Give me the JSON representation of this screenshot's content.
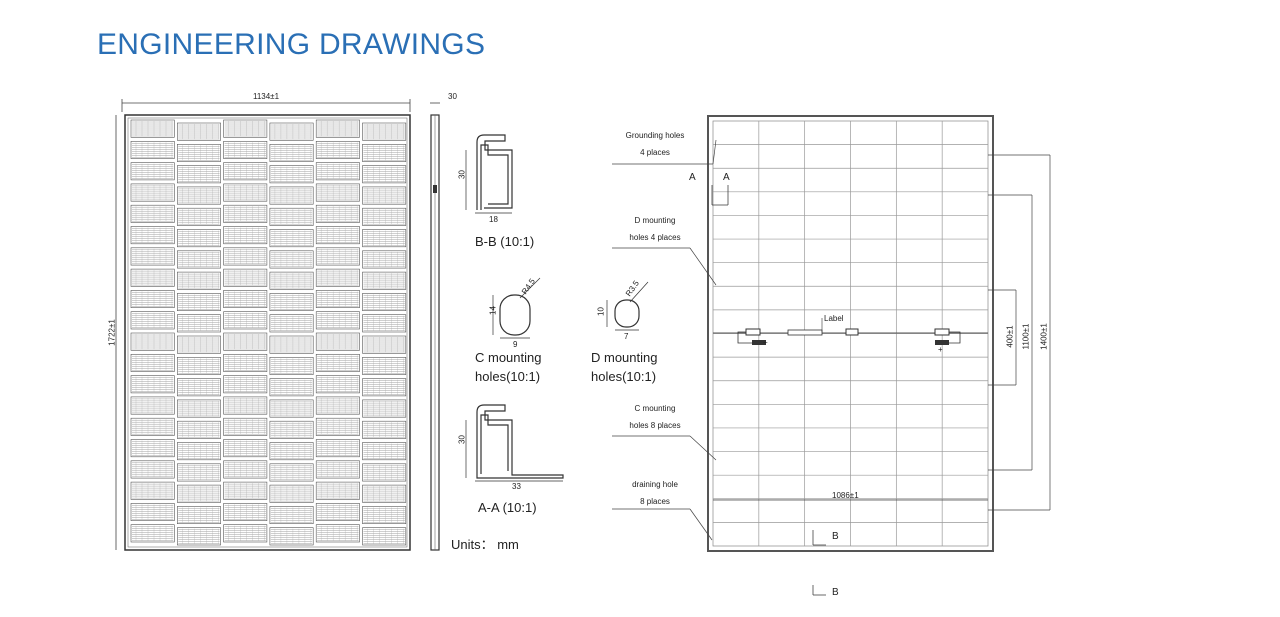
{
  "title": "ENGINEERING DRAWINGS",
  "front_view": {
    "width_dim": "1134±1",
    "height_dim": "1722±1"
  },
  "side_view": {
    "thickness_dim": "30"
  },
  "section_bb": {
    "height_dim": "30",
    "width_dim": "18",
    "caption": "B-B (10:1)"
  },
  "section_aa": {
    "height_dim": "30",
    "width_dim": "33",
    "caption": "A-A (10:1)"
  },
  "c_holes": {
    "radius": "R4.5",
    "height": "14",
    "width": "9",
    "caption_line1": "C mounting",
    "caption_line2": "holes(10:1)"
  },
  "d_holes": {
    "radius": "R3.5",
    "height": "10",
    "width": "7",
    "caption_line1": "D mounting",
    "caption_line2": "holes(10:1)"
  },
  "units": "Units： mm",
  "rear_view": {
    "grounding_line1": "Grounding holes",
    "grounding_line2": "4 places",
    "d_mount_line1": "D mounting",
    "d_mount_line2": "holes 4 places",
    "c_mount_line1": "C mounting",
    "c_mount_line2": "holes 8 places",
    "drain_line1": "draining hole",
    "drain_line2": "8 places",
    "label_text": "Label",
    "section_a": "A",
    "section_b": "B",
    "dim_400": "400±1",
    "dim_1100": "1100±1",
    "dim_1400": "1400±1",
    "dim_1086": "1086±1",
    "plus_sign": "+",
    "minus_sign": "−"
  }
}
